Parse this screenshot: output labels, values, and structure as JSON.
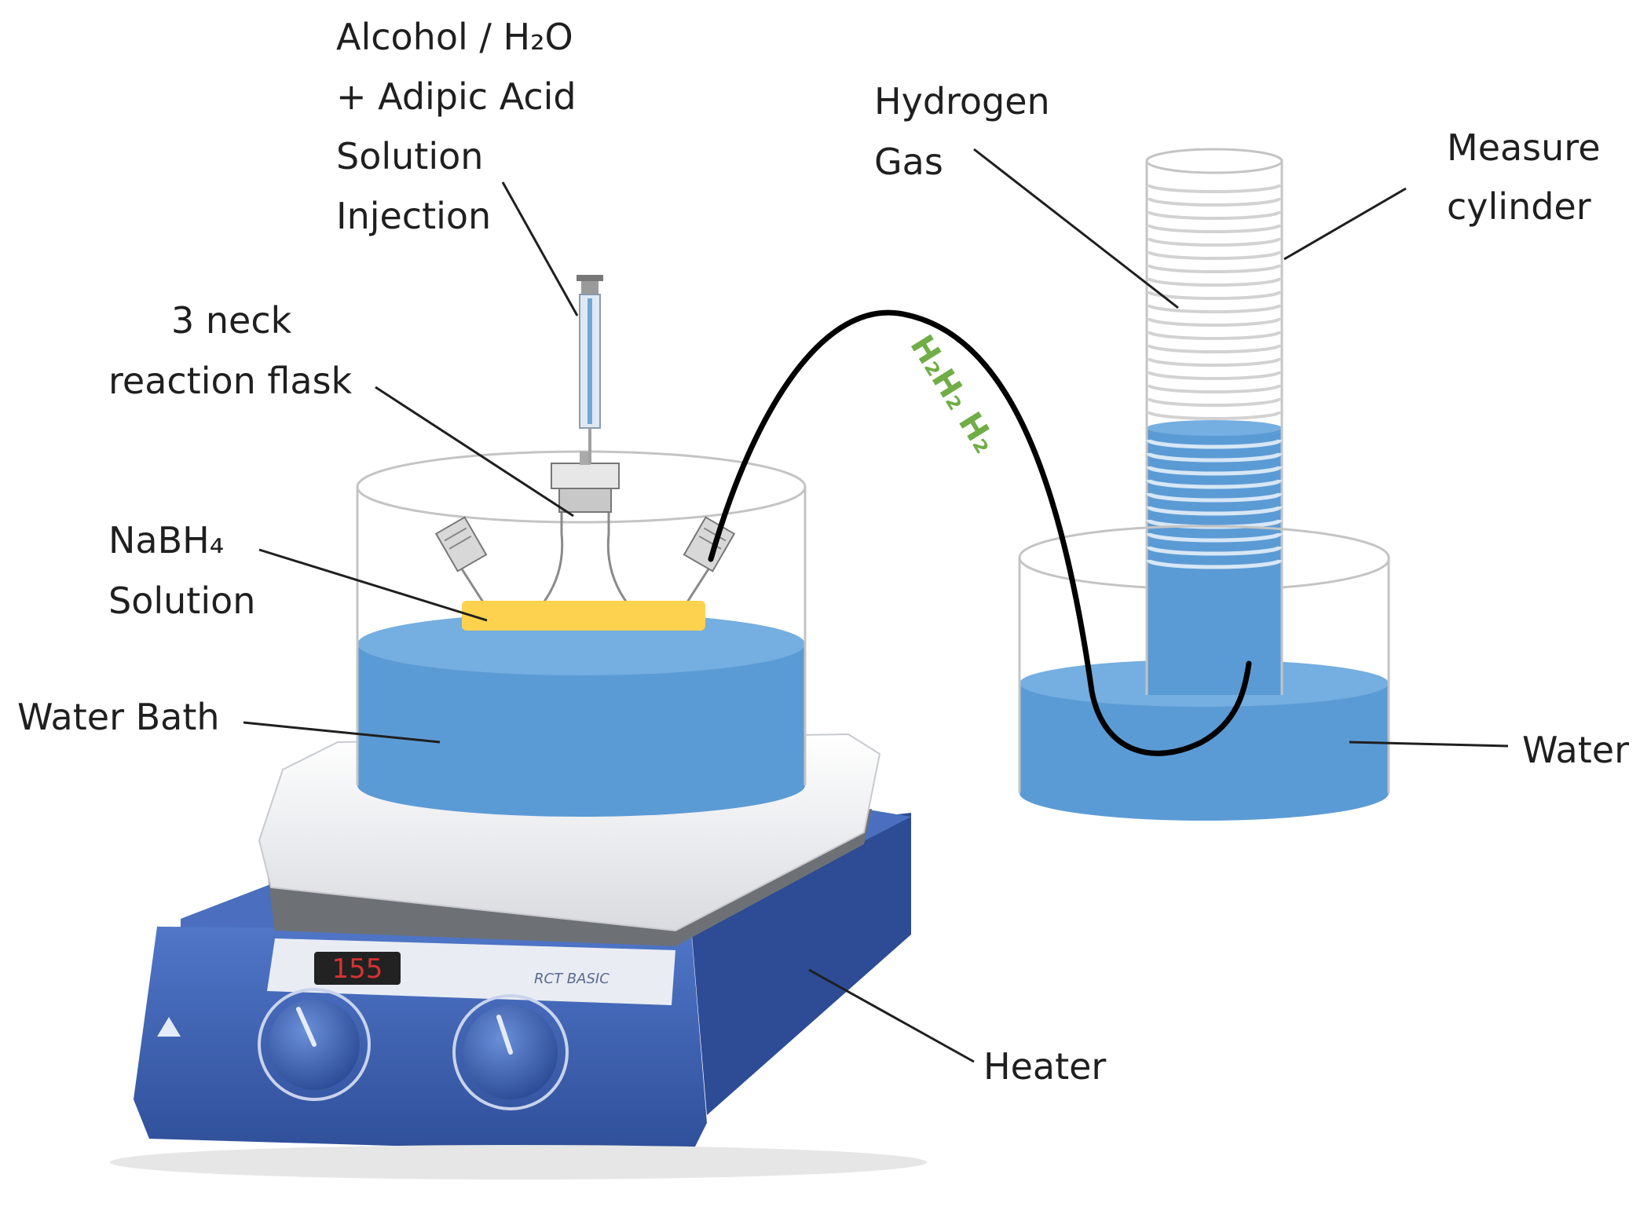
{
  "labels": {
    "injection": [
      "Alcohol / H₂O",
      "+ Adipic Acid",
      "Solution",
      "Injection"
    ],
    "flask": [
      "3 neck",
      "reaction flask"
    ],
    "nabh4": [
      "NaBH₄",
      "Solution"
    ],
    "water_bath": "Water Bath",
    "hydrogen_gas": [
      "Hydrogen",
      "Gas"
    ],
    "measure_cylinder": [
      "Measure",
      "cylinder"
    ],
    "water": "Water",
    "heater": "Heater",
    "gas_flow": "H₂H₂ H₂"
  },
  "heater_display": "155",
  "colors": {
    "water_blue": "#5b9bd5",
    "solution_yellow": "#fdd24e",
    "heater_blue": "#3d63b5",
    "gas_label_green": "#70ad47",
    "tube_black": "#000000"
  }
}
